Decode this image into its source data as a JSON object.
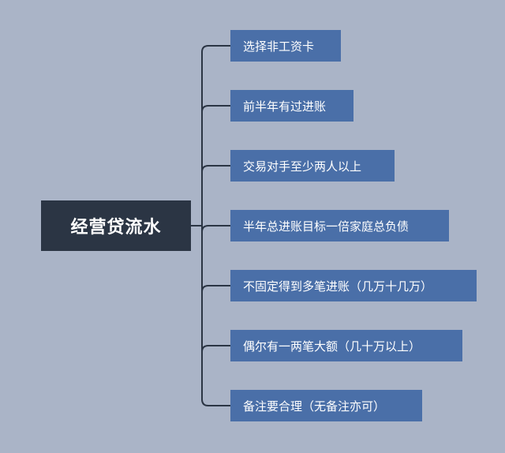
{
  "root": {
    "label": "经营贷流水"
  },
  "branches": [
    "选择非工资卡",
    "前半年有过进账",
    "交易对手至少两人以上",
    "半年总进账目标一倍家庭总负债",
    "不固定得到多笔进账（几万十几万）",
    "偶尔有一两笔大额（几十万以上）",
    "备注要合理（无备注亦可）"
  ]
}
